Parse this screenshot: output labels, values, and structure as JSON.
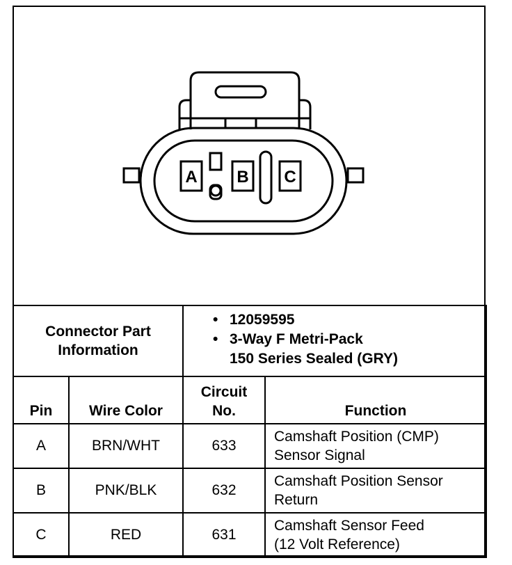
{
  "connector": {
    "pins": [
      "A",
      "B",
      "C"
    ]
  },
  "info": {
    "label_line1": "Connector Part",
    "label_line2": "Information",
    "items": [
      {
        "line1": "12059595",
        "line2": ""
      },
      {
        "line1": "3-Way F Metri-Pack",
        "line2": "150 Series Sealed (GRY)"
      }
    ]
  },
  "table": {
    "headers": {
      "pin": "Pin",
      "wire_color": "Wire Color",
      "circuit_line1": "Circuit",
      "circuit_line2": "No.",
      "function": "Function"
    },
    "rows": [
      {
        "pin": "A",
        "wire_color": "BRN/WHT",
        "circuit": "633",
        "function_line1": "Camshaft Position (CMP)",
        "function_line2": "Sensor Signal"
      },
      {
        "pin": "B",
        "wire_color": "PNK/BLK",
        "circuit": "632",
        "function_line1": "Camshaft Position Sensor",
        "function_line2": "Return"
      },
      {
        "pin": "C",
        "wire_color": "RED",
        "circuit": "631",
        "function_line1": "Camshaft Sensor Feed",
        "function_line2": "(12 Volt Reference)"
      }
    ]
  }
}
